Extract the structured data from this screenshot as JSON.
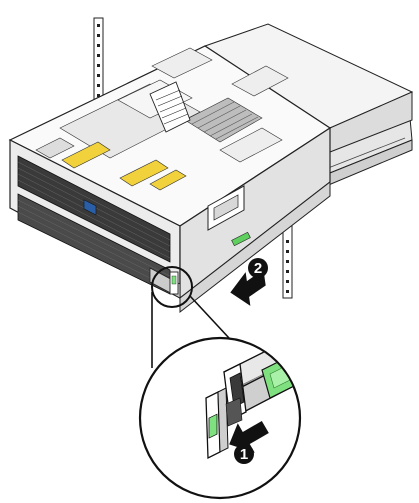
{
  "figure": {
    "steps": [
      {
        "label": "1",
        "direction": "push-in",
        "target": "release-tab-detail"
      },
      {
        "label": "2",
        "direction": "slide-out",
        "target": "server-chassis"
      }
    ],
    "colors": {
      "arrow_fill": "#111111",
      "step_badge": "#111111",
      "step_text": "#ffffff",
      "release_tab": "#7fe07f",
      "chassis_line": "#222222",
      "rail": "#dcdcdc",
      "bezel_grille": "#3a3a3a",
      "badge_blue": "#2a5fa8",
      "label_yellow": "#f2d23c"
    },
    "icons": [
      "push-arrow-icon",
      "slide-arrow-icon",
      "callout-magnifier-icon"
    ]
  }
}
